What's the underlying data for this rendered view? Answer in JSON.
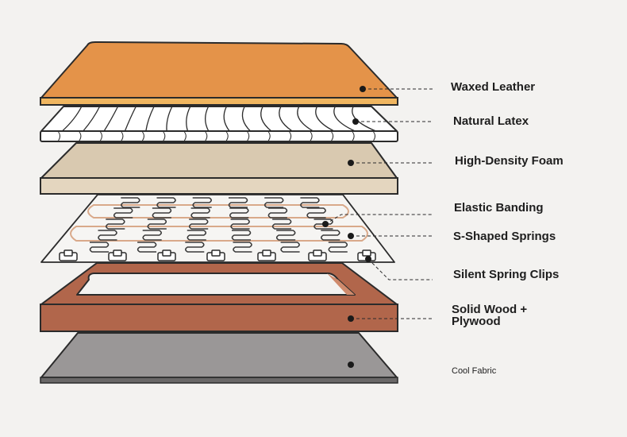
{
  "layers": [
    {
      "key": "waxed-leather",
      "label": "Waxed Leather"
    },
    {
      "key": "natural-latex",
      "label": "Natural Latex"
    },
    {
      "key": "high-density-foam",
      "label": "High-Density Foam"
    },
    {
      "key": "elastic-banding",
      "label": "Elastic Banding"
    },
    {
      "key": "s-shaped-springs",
      "label": "S-Shaped Springs"
    },
    {
      "key": "silent-spring-clips",
      "label": "Silent Spring Clips"
    },
    {
      "key": "solid-wood-plywood",
      "label_line1": "Solid Wood +",
      "label_line2": "Plywood"
    },
    {
      "key": "cool-fabric",
      "label": "Cool Fabric"
    }
  ],
  "colors": {
    "leather": "#e49349",
    "latex": "#ffffff",
    "foam": "#d9c9b0",
    "wood": "#b1664b",
    "fabric": "#9a9797",
    "outline": "#2b2b2b"
  }
}
